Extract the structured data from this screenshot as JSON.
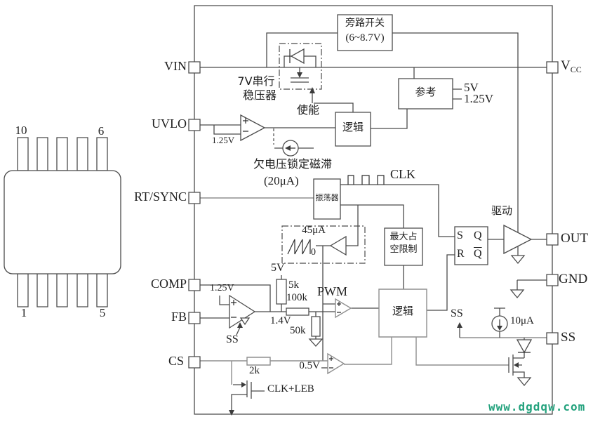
{
  "diagram": {
    "pins_left": {
      "vin": "VIN",
      "uvlo": "UVLO",
      "rt_sync": "RT/SYNC",
      "comp": "COMP",
      "fb": "FB",
      "cs": "CS"
    },
    "pins_right": {
      "vcc_main": "V",
      "vcc_sub": "CC",
      "out": "OUT",
      "gnd": "GND",
      "ss": "SS"
    },
    "blocks": {
      "bypass_switch_line1": "旁路开关",
      "bypass_switch_line2": "(6~8.7V)",
      "series_regulator_line1": "7V串行",
      "series_regulator_line2": "稳压器",
      "enable": "使能",
      "reference": "参考",
      "logic_top": "逻辑",
      "oscillator": "振荡器",
      "max_duty_line1": "最大占",
      "max_duty_line2": "空限制",
      "logic_bottom": "逻辑",
      "driver": "驱动",
      "flipflop_s": "S",
      "flipflop_q": "Q",
      "flipflop_r": "R",
      "flipflop_qbar": "Q"
    },
    "labels": {
      "ref_out_5v": "5V",
      "ref_out_1v25": "1.25V",
      "uvlo_ref": "1.25V",
      "uvlo_hysteresis": "欠电压锁定磁滞",
      "uvlo_hyst_current": "(20μA)",
      "clk": "CLK",
      "sawtooth_current": "45μA",
      "sawtooth_zero": "0",
      "pwm": "PWM",
      "ea_ref": "1.25V",
      "ea_ss": "SS",
      "rail_5v": "5V",
      "r_5k": "5k",
      "r_100k": "100k",
      "node_1v4": "1.4V",
      "r_50k": "50k",
      "cs_resistor_2k": "2k",
      "cs_ref_0v5": "0.5V",
      "cs_gate_signal": "CLK+LEB",
      "ss_net": "SS",
      "ss_current": "10μA"
    },
    "package": {
      "pin10": "10",
      "pin6": "6",
      "pin1": "1",
      "pin5": "5"
    },
    "watermark": {
      "text": "www.dgdqw.com",
      "color": "#23a27d"
    }
  }
}
